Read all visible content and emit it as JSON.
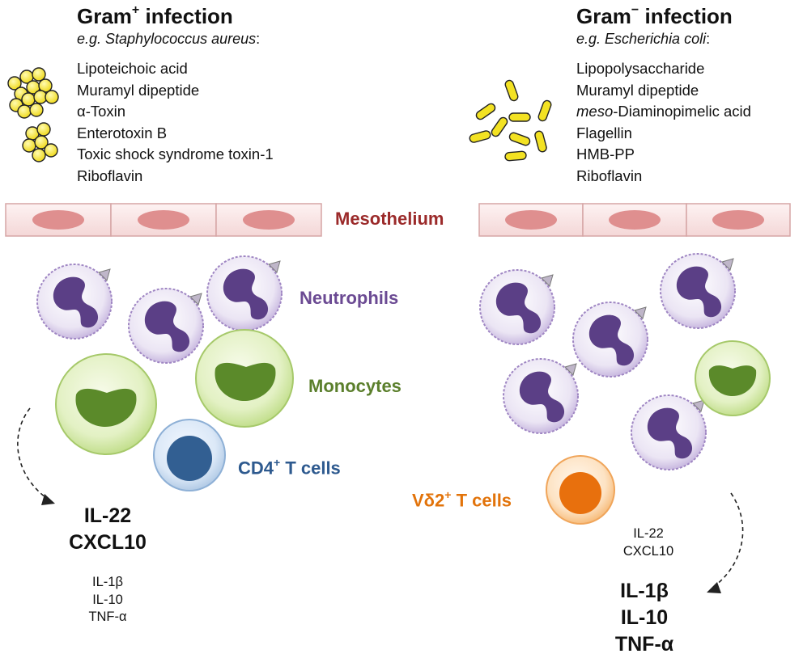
{
  "colors": {
    "mesothelium": "#9b2a2a",
    "neutrophils": "#6b4a93",
    "monocytes": "#5b7f2c",
    "cd4": "#2e5a8f",
    "vd2": "#e2730a",
    "cell_fill": "#f6dede",
    "nucleus": "#df8f8f",
    "bacteria": "#f3e223"
  },
  "left": {
    "title_main": "Gram",
    "title_sup": "+",
    "title_rest": " infection",
    "subtitle_prefix": "e.g. ",
    "subtitle_species": "Staphylococcus aureus",
    "subtitle_suffix": ":",
    "products": [
      "Lipoteichoic acid",
      "Muramyl dipeptide",
      "α-Toxin",
      "Enterotoxin B",
      "Toxic shock syndrome toxin-1",
      "Riboflavin"
    ],
    "cell_label_main": "CD4",
    "cell_label_sup": "+",
    "cell_label_rest": " T cells",
    "major_cytokines": [
      "IL-22",
      "CXCL10"
    ],
    "minor_cytokines": [
      "IL-1β",
      "IL-10",
      "TNF-α"
    ]
  },
  "right": {
    "title_main": "Gram",
    "title_sup": "−",
    "title_rest": " infection",
    "subtitle_prefix": "e.g. ",
    "subtitle_species": "Escherichia coli",
    "subtitle_suffix": ":",
    "products": [
      "Lipopolysaccharide",
      "Muramyl dipeptide",
      "meso-Diaminopimelic acid",
      "Flagellin",
      "HMB-PP",
      "Riboflavin"
    ],
    "meso_italic": "meso",
    "meso_rest": "-Diaminopimelic acid",
    "cell_label_main": "Vδ2",
    "cell_label_sup": "+",
    "cell_label_rest": " T cells",
    "minor_cytokines": [
      "IL-22",
      "CXCL10"
    ],
    "major_cytokines": [
      "IL-1β",
      "IL-10",
      "TNF-α"
    ]
  },
  "labels": {
    "mesothelium": "Mesothelium",
    "neutrophils": "Neutrophils",
    "monocytes": "Monocytes"
  }
}
